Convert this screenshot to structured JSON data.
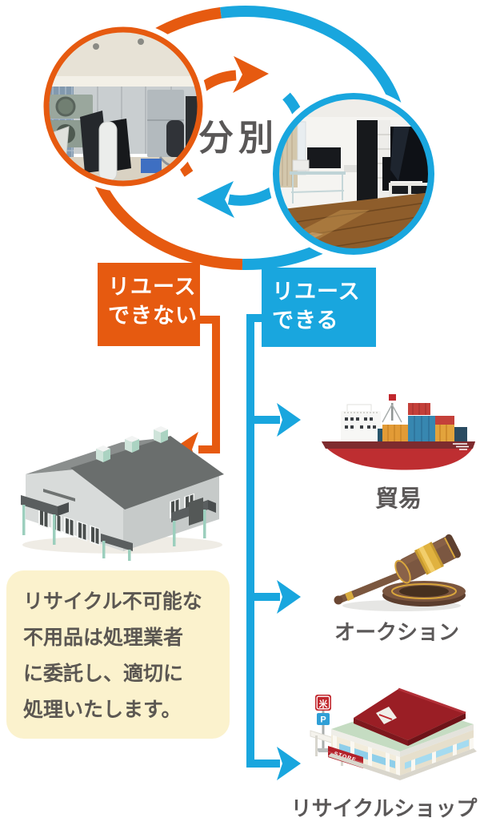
{
  "cycle": {
    "center_label": "分別"
  },
  "left_branch": {
    "box_label": "リユース\nできない",
    "note_text": "リサイクル不可能な\n不用品は処理業者\nに委託し、適切に\n処理いたします。"
  },
  "right_branch": {
    "box_label": "リユース\nできる",
    "items": [
      {
        "icon": "cargo-ship-icon",
        "label": "貿易"
      },
      {
        "icon": "auction-gavel-icon",
        "label": "オークション"
      },
      {
        "icon": "recycle-shop-icon",
        "label": "リサイクルショップ"
      }
    ]
  },
  "shop_details": {
    "awning_text": "STORE",
    "sign_glyph": "米",
    "parking_sign": "P"
  },
  "colors": {
    "orange": "#E65A10",
    "blue": "#19A6DE",
    "dark_text": "#595757",
    "note_bg": "#FBF2CD",
    "ship_hull_red": "#BE2E31",
    "shop_roof_red": "#9A1E25",
    "gavel_gold": "#E0B23F"
  }
}
